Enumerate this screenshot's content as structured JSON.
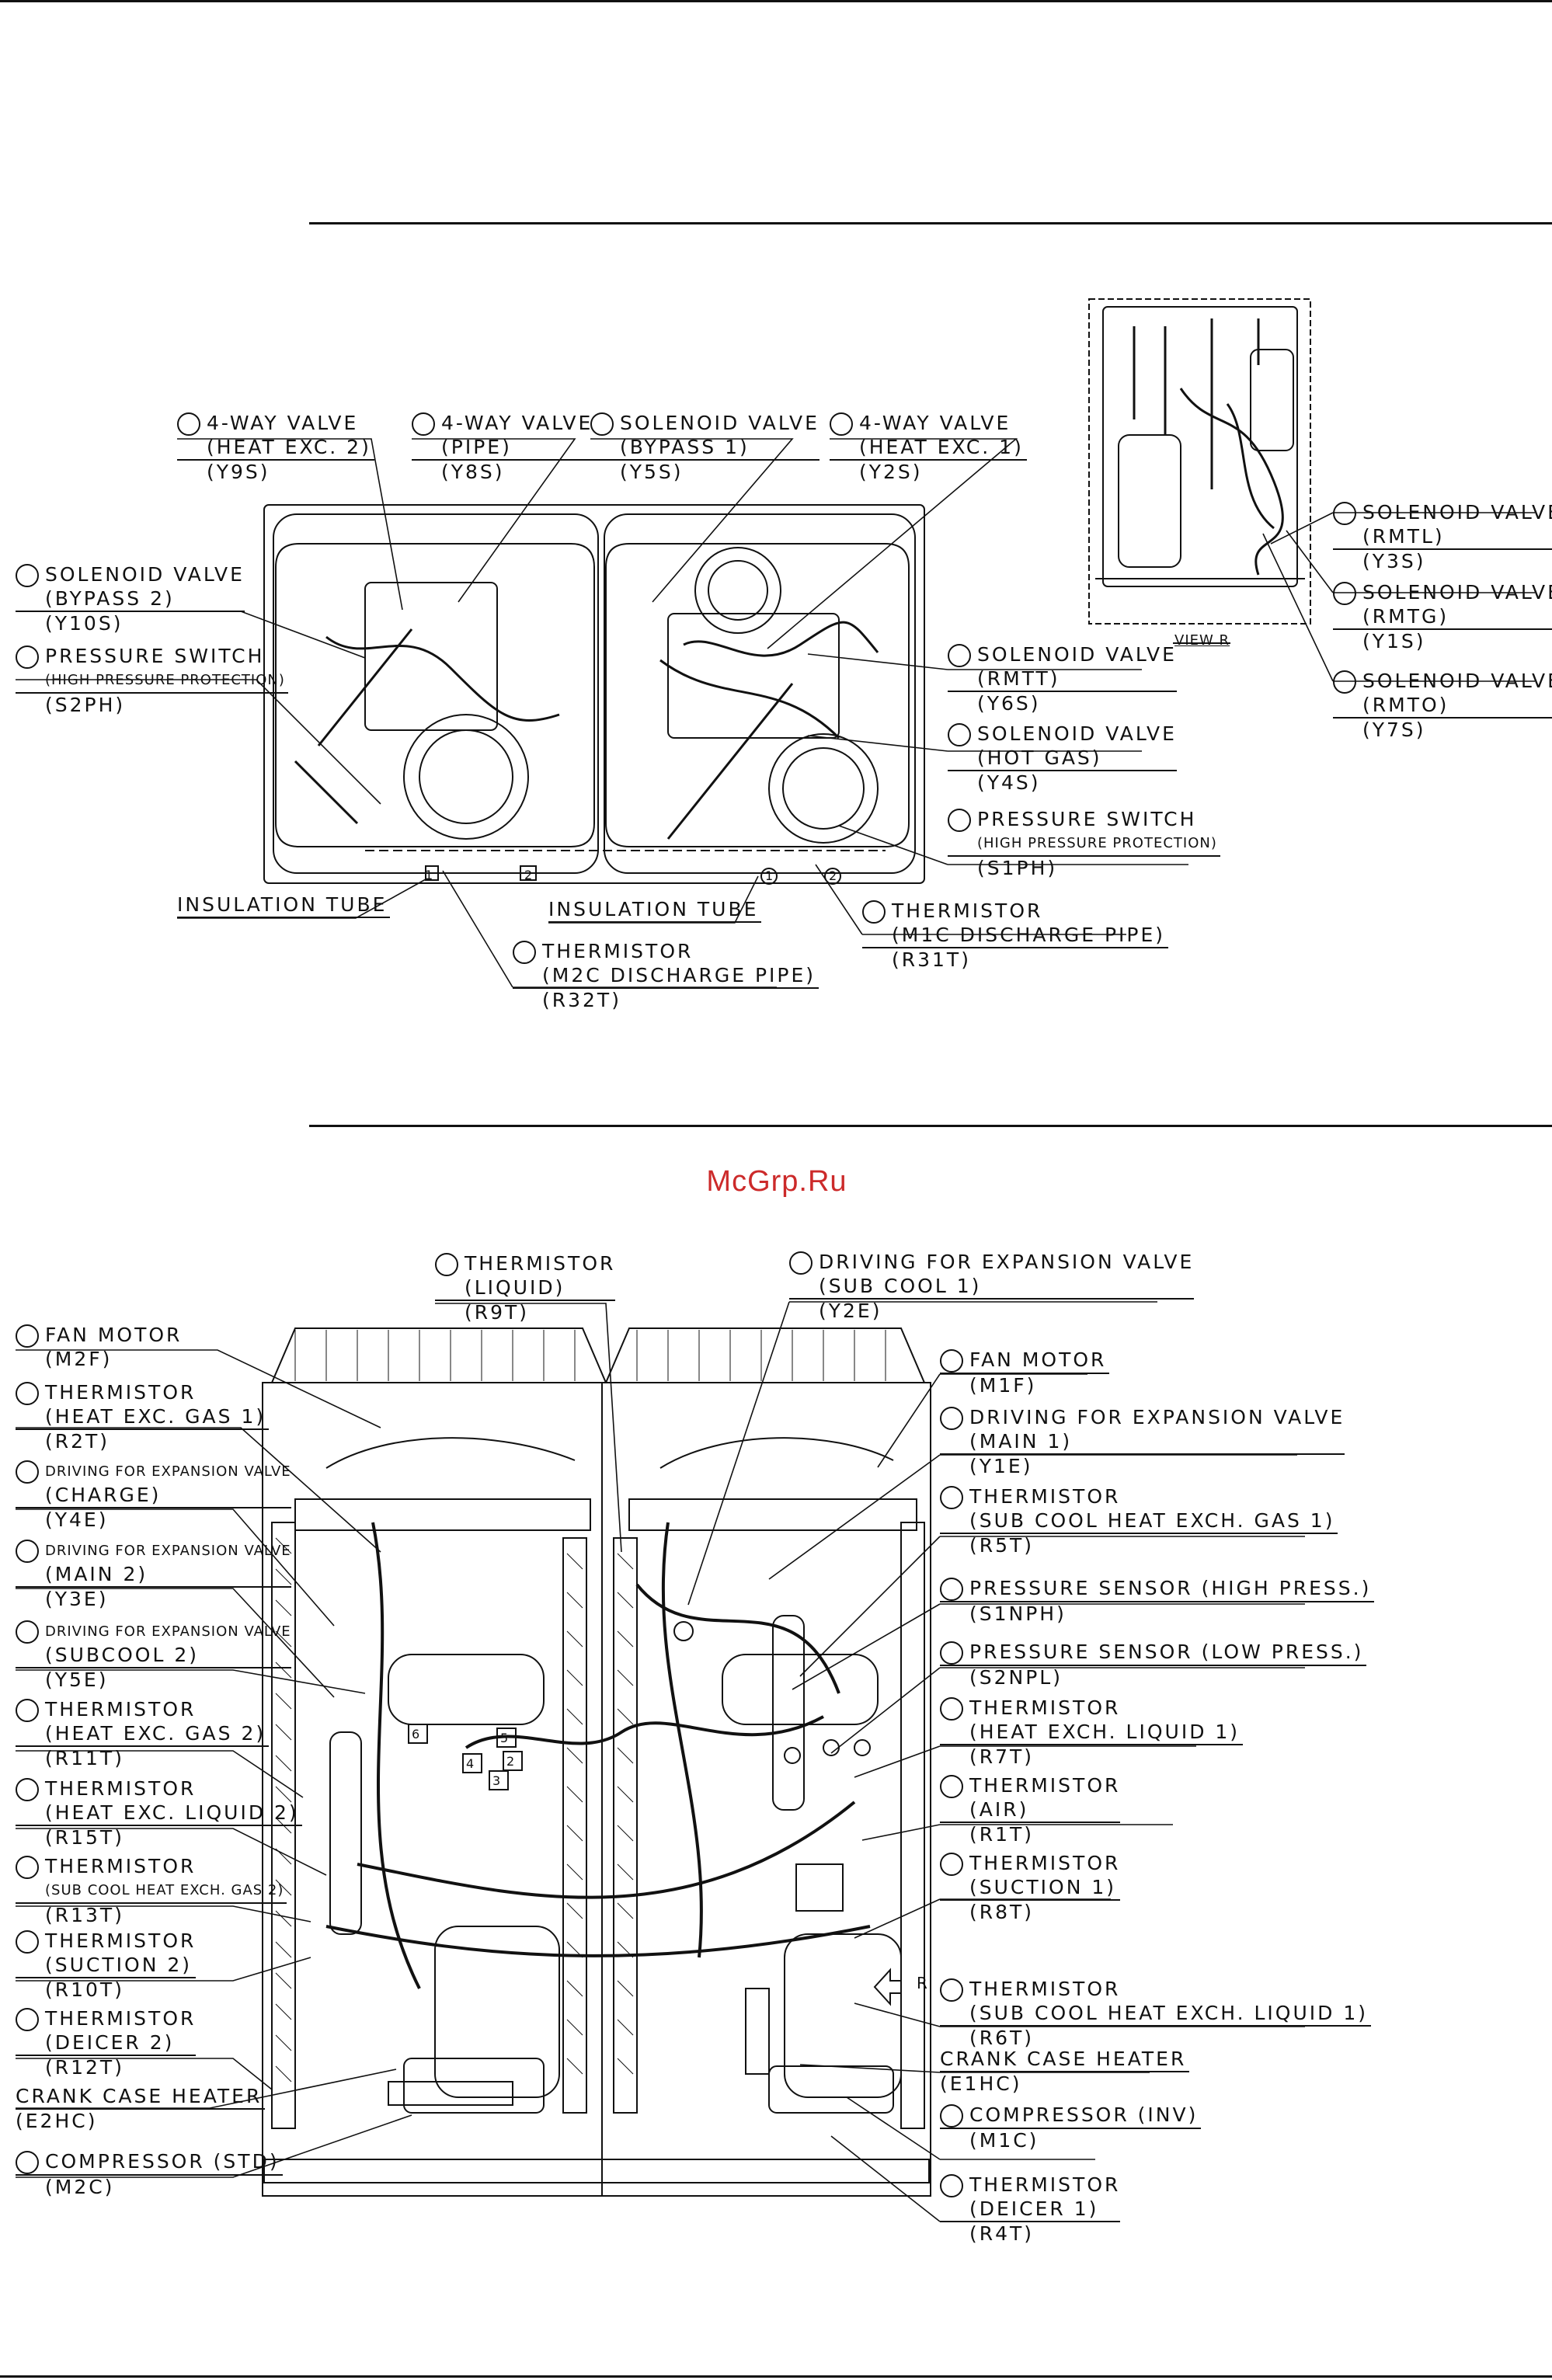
{
  "watermark": "McGrp.Ru",
  "view_label": "VIEW R",
  "r_marker": "R",
  "tag_numbers": [
    "1",
    "2",
    "1",
    "2",
    "6",
    "4",
    "5",
    "2",
    "3"
  ],
  "top_labels": [
    {
      "l1": "4-WAY VALVE",
      "l2": "(HEAT EXC. 2)",
      "l3": "(Y9S)"
    },
    {
      "l1": "4-WAY VALVE",
      "l2": "(PIPE)",
      "l3": "(Y8S)"
    },
    {
      "l1": "SOLENOID VALVE",
      "l2": "(BYPASS 1)",
      "l3": "(Y5S)"
    },
    {
      "l1": "4-WAY VALVE",
      "l2": "(HEAT EXC. 1)",
      "l3": "(Y2S)"
    },
    {
      "l1": "SOLENOID VALVE",
      "l2": "(BYPASS 2)",
      "l3": "(Y10S)"
    },
    {
      "l1": "PRESSURE SWITCH",
      "l2": "(HIGH PRESSURE PROTECTION)",
      "l3": "(S2PH)"
    },
    {
      "l1": "SOLENOID VALVE",
      "l2": "(RMTT)",
      "l3": "(Y6S)"
    },
    {
      "l1": "SOLENOID VALVE",
      "l2": "(HOT GAS)",
      "l3": "(Y4S)"
    },
    {
      "l1": "PRESSURE SWITCH",
      "l2": "(HIGH PRESSURE PROTECTION)",
      "l3": "(S1PH)"
    },
    {
      "l1": "THERMISTOR",
      "l2": "(M1C DISCHARGE PIPE)",
      "l3": "(R31T)"
    },
    {
      "l1": "THERMISTOR",
      "l2": "(M2C DISCHARGE PIPE)",
      "l3": "(R32T)"
    },
    {
      "l1": "SOLENOID VALVE",
      "l2": "(RMTL)",
      "l3": "(Y3S)"
    },
    {
      "l1": "SOLENOID VALVE",
      "l2": "(RMTG)",
      "l3": "(Y1S)"
    },
    {
      "l1": "SOLENOID VALVE",
      "l2": "(RMTO)",
      "l3": "(Y7S)"
    }
  ],
  "insulation_labels": [
    "INSULATION TUBE",
    "INSULATION TUBE"
  ],
  "bottom_labels": [
    {
      "l1": "THERMISTOR",
      "l2": "(LIQUID)",
      "l3": "(R9T)"
    },
    {
      "l1": "DRIVING FOR EXPANSION VALVE",
      "l2": "(SUB COOL 1)",
      "l3": "(Y2E)"
    },
    {
      "l1": "FAN MOTOR",
      "l2": "(M2F)"
    },
    {
      "l1": "THERMISTOR",
      "l2": "(HEAT EXC. GAS 1)",
      "l3": "(R2T)"
    },
    {
      "l1": "DRIVING FOR EXPANSION VALVE",
      "l2": "(CHARGE)",
      "l3": "(Y4E)"
    },
    {
      "l1": "DRIVING FOR EXPANSION VALVE",
      "l2": "(MAIN 2)",
      "l3": "(Y3E)"
    },
    {
      "l1": "DRIVING FOR EXPANSION VALVE",
      "l2": "(SUBCOOL 2)",
      "l3": "(Y5E)"
    },
    {
      "l1": "THERMISTOR",
      "l2": "(HEAT EXC. GAS 2)",
      "l3": "(R11T)"
    },
    {
      "l1": "THERMISTOR",
      "l2": "(HEAT EXC. LIQUID 2)",
      "l3": "(R15T)"
    },
    {
      "l1": "THERMISTOR",
      "l2": "(SUB COOL HEAT EXCH. GAS 2)",
      "l3": "(R13T)"
    },
    {
      "l1": "THERMISTOR",
      "l2": "(SUCTION 2)",
      "l3": "(R10T)"
    },
    {
      "l1": "THERMISTOR",
      "l2": "(DEICER 2)",
      "l3": "(R12T)"
    },
    {
      "l1": "CRANK CASE HEATER",
      "l2": "(E2HC)"
    },
    {
      "l1": "COMPRESSOR (STD)",
      "l2": "(M2C)"
    },
    {
      "l1": "FAN MOTOR",
      "l2": "(M1F)"
    },
    {
      "l1": "DRIVING FOR EXPANSION VALVE",
      "l2": "(MAIN 1)",
      "l3": "(Y1E)"
    },
    {
      "l1": "THERMISTOR",
      "l2": "(SUB COOL HEAT EXCH. GAS 1)",
      "l3": "(R5T)"
    },
    {
      "l1": "PRESSURE SENSOR (HIGH PRESS.)",
      "l2": "(S1NPH)"
    },
    {
      "l1": "PRESSURE SENSOR (LOW PRESS.)",
      "l2": "(S2NPL)"
    },
    {
      "l1": "THERMISTOR",
      "l2": "(HEAT EXCH. LIQUID 1)",
      "l3": "(R7T)"
    },
    {
      "l1": "THERMISTOR",
      "l2": "(AIR)",
      "l3": "(R1T)"
    },
    {
      "l1": "THERMISTOR",
      "l2": "(SUCTION 1)",
      "l3": "(R8T)"
    },
    {
      "l1": "THERMISTOR",
      "l2": "(SUB COOL HEAT EXCH. LIQUID 1)",
      "l3": "(R6T)"
    },
    {
      "l1": "CRANK CASE HEATER",
      "l2": "(E1HC)"
    },
    {
      "l1": "COMPRESSOR (INV)",
      "l2": "(M1C)"
    },
    {
      "l1": "THERMISTOR",
      "l2": "(DEICER 1)",
      "l3": "(R4T)"
    }
  ]
}
